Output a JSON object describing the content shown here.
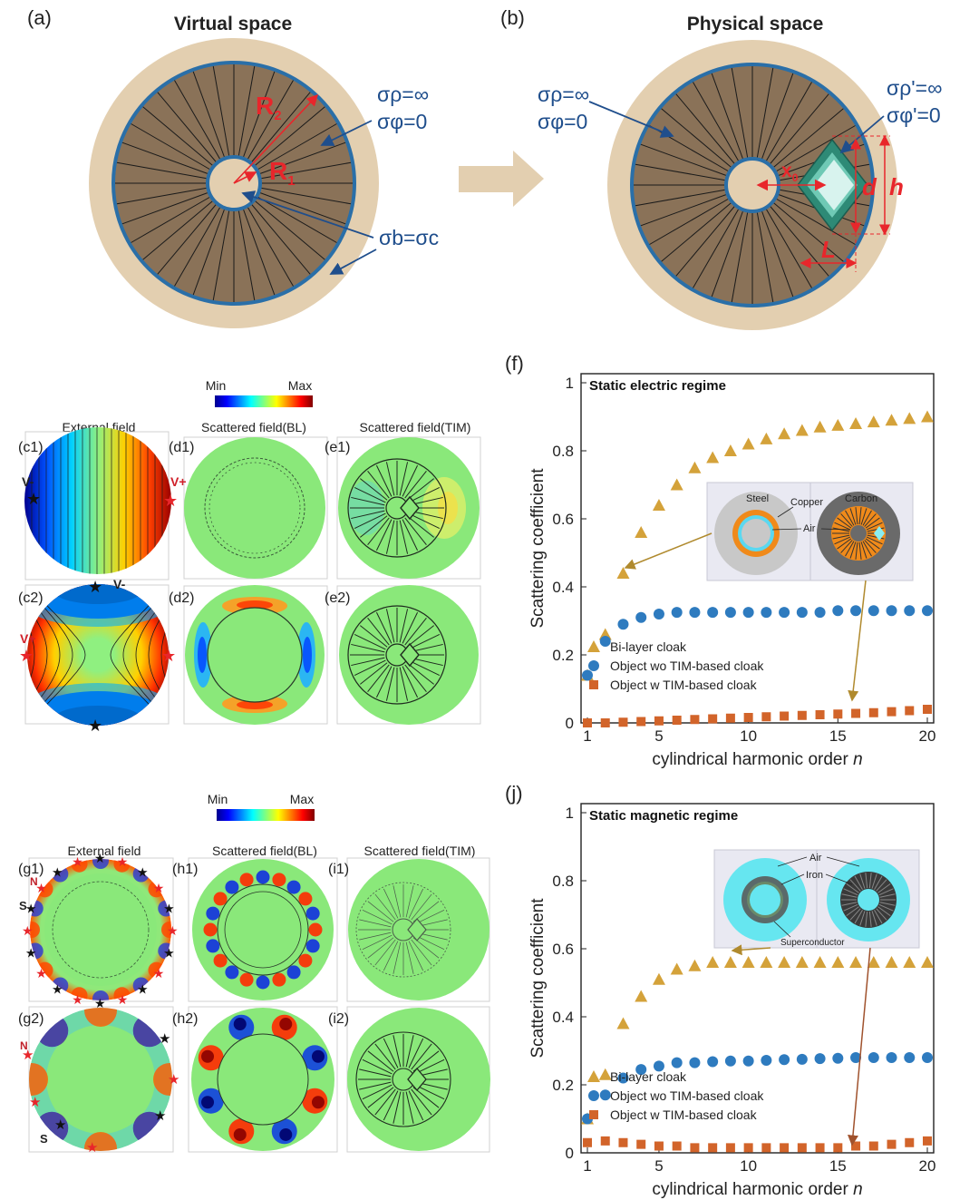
{
  "panel_a": {
    "letter": "(a)",
    "title": "Virtual space",
    "r2": "R",
    "r2_sub": "2",
    "r1": "R",
    "r1_sub": "1",
    "sigma_rho": "σρ=∞",
    "sigma_phi": "σφ=0",
    "sigma_bc": "σb=σc"
  },
  "panel_b": {
    "letter": "(b)",
    "title": "Physical space",
    "sigma_rho": "σρ=∞",
    "sigma_phi": "σφ=0",
    "sigma_rho_p": "σρ'=∞",
    "sigma_phi_p": "σφ'=0",
    "x0": "x",
    "x0_sub": "0",
    "d": "d",
    "h": "h",
    "L": "L"
  },
  "colorbar": {
    "min": "Min",
    "max": "Max"
  },
  "panels_electric": {
    "external": "External field",
    "bl": "Scattered field(BL)",
    "tim": "Scattered field(TIM)",
    "c1": "(c1)",
    "c2": "(c2)",
    "d1": "(d1)",
    "d2": "(d2)",
    "e1": "(e1)",
    "e2": "(e2)",
    "vminus": "V-",
    "vplus": "V+"
  },
  "panels_magnetic": {
    "external": "External field",
    "bl": "Scattered field(BL)",
    "tim": "Scattered field(TIM)",
    "g1": "(g1)",
    "g2": "(g2)",
    "h1": "(h1)",
    "h2": "(h2)",
    "i1": "(i1)",
    "i2": "(i2)",
    "n": "N",
    "s": "S"
  },
  "inset_f": {
    "steel": "Steel",
    "copper": "Copper",
    "carbon": "Carbon",
    "air": "Air"
  },
  "inset_j": {
    "air": "Air",
    "iron": "Iron",
    "superconductor": "Superconductor"
  },
  "chart_data": [
    {
      "type": "scatter",
      "letter": "(f)",
      "title": "Static electric regime",
      "xlabel": "cylindrical harmonic order",
      "xlabel_var": "n",
      "ylabel": "Scattering coefficient",
      "xlim": [
        1,
        20
      ],
      "ylim": [
        0,
        1
      ],
      "xticks": [
        1,
        5,
        10,
        15,
        20
      ],
      "yticks": [
        0,
        0.2,
        0.4,
        0.6,
        0.8,
        1
      ],
      "ytick_labels": [
        "0",
        "0.2",
        "0.4",
        "0.6",
        "0.8",
        "1"
      ],
      "x": [
        1,
        2,
        3,
        4,
        5,
        6,
        7,
        8,
        9,
        10,
        11,
        12,
        13,
        14,
        15,
        16,
        17,
        18,
        19,
        20
      ],
      "series": [
        {
          "name": "Bi-layer cloak",
          "marker": "triangle",
          "color": "#d4a23a",
          "values": [
            0.14,
            0.26,
            0.44,
            0.56,
            0.64,
            0.7,
            0.75,
            0.78,
            0.8,
            0.82,
            0.835,
            0.85,
            0.86,
            0.87,
            0.875,
            0.88,
            0.885,
            0.89,
            0.895,
            0.9
          ]
        },
        {
          "name": "Object wo TIM-based cloak",
          "marker": "circle",
          "color": "#2e7bbf",
          "values": [
            0.14,
            0.24,
            0.29,
            0.31,
            0.32,
            0.325,
            0.325,
            0.325,
            0.325,
            0.325,
            0.325,
            0.325,
            0.325,
            0.325,
            0.33,
            0.33,
            0.33,
            0.33,
            0.33,
            0.33
          ]
        },
        {
          "name": "Object w TIM-based cloak",
          "marker": "square",
          "color": "#d2642a",
          "values": [
            0.0,
            0.0,
            0.002,
            0.004,
            0.006,
            0.008,
            0.01,
            0.012,
            0.014,
            0.016,
            0.018,
            0.02,
            0.022,
            0.024,
            0.026,
            0.028,
            0.03,
            0.033,
            0.036,
            0.04
          ]
        }
      ]
    },
    {
      "type": "scatter",
      "letter": "(j)",
      "title": "Static magnetic regime",
      "xlabel": "cylindrical harmonic order",
      "xlabel_var": "n",
      "ylabel": "Scattering coefficient",
      "xlim": [
        1,
        20
      ],
      "ylim": [
        0,
        1
      ],
      "xticks": [
        1,
        5,
        10,
        15,
        20
      ],
      "yticks": [
        0,
        0.2,
        0.4,
        0.6,
        0.8,
        1
      ],
      "ytick_labels": [
        "0",
        "0.2",
        "0.4",
        "0.6",
        "0.8",
        "1"
      ],
      "x": [
        1,
        2,
        3,
        4,
        5,
        6,
        7,
        8,
        9,
        10,
        11,
        12,
        13,
        14,
        15,
        16,
        17,
        18,
        19,
        20
      ],
      "series": [
        {
          "name": "Bi-layer cloak",
          "marker": "triangle",
          "color": "#d4a23a",
          "values": [
            0.1,
            0.23,
            0.38,
            0.46,
            0.51,
            0.54,
            0.55,
            0.56,
            0.56,
            0.56,
            0.56,
            0.56,
            0.56,
            0.56,
            0.56,
            0.56,
            0.56,
            0.56,
            0.56,
            0.56
          ]
        },
        {
          "name": "Object wo TIM-based cloak",
          "marker": "circle",
          "color": "#2e7bbf",
          "values": [
            0.1,
            0.17,
            0.22,
            0.245,
            0.255,
            0.265,
            0.265,
            0.268,
            0.27,
            0.27,
            0.272,
            0.274,
            0.275,
            0.277,
            0.278,
            0.28,
            0.28,
            0.28,
            0.28,
            0.28
          ]
        },
        {
          "name": "Object w TIM-based cloak",
          "marker": "square",
          "color": "#d2642a",
          "values": [
            0.03,
            0.035,
            0.03,
            0.025,
            0.02,
            0.02,
            0.015,
            0.015,
            0.015,
            0.015,
            0.015,
            0.015,
            0.015,
            0.015,
            0.015,
            0.02,
            0.02,
            0.025,
            0.03,
            0.035
          ]
        }
      ]
    }
  ]
}
